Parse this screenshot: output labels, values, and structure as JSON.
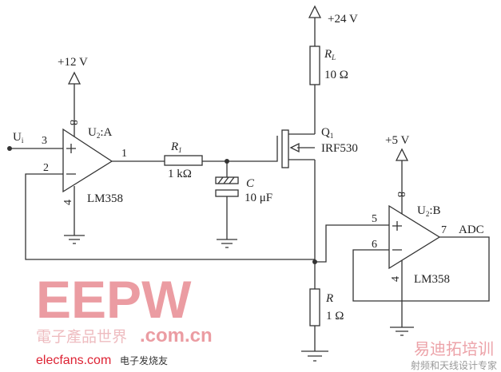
{
  "supplies": {
    "v12": "+12 V",
    "v24": "+24 V",
    "v5": "+5 V"
  },
  "input": {
    "label": "U",
    "sub": "i"
  },
  "opamp_a": {
    "name": "U",
    "sub": "2",
    "suffix": ":A",
    "part": "LM358",
    "pins": {
      "in_plus": "3",
      "in_minus": "2",
      "out": "1",
      "vcc": "8",
      "gnd": "4"
    }
  },
  "opamp_b": {
    "name": "U",
    "sub": "2",
    "suffix": ":B",
    "part": "LM358",
    "pins": {
      "in_plus": "5",
      "in_minus": "6",
      "out": "7",
      "vcc": "8",
      "gnd": "4"
    }
  },
  "r1": {
    "name": "R",
    "sub": "1",
    "value": "1 kΩ"
  },
  "c": {
    "name": "C",
    "value": "10 μF"
  },
  "rl": {
    "name": "R",
    "sub": "L",
    "value": "10 Ω"
  },
  "r": {
    "name": "R",
    "value": "1 Ω"
  },
  "q1": {
    "name": "Q",
    "sub": "1",
    "part": "IRF530"
  },
  "output": {
    "label": "ADC"
  },
  "watermarks": {
    "eepw": "EEPW",
    "eepw_cn": "電子產品世界",
    "eepw_domain": ".com.cn",
    "elecfans": "elecfans.com",
    "elecfans_cn": "电子发烧友",
    "edatop": "易迪拓培训",
    "edatop_sub": "射频和天线设计专家"
  }
}
